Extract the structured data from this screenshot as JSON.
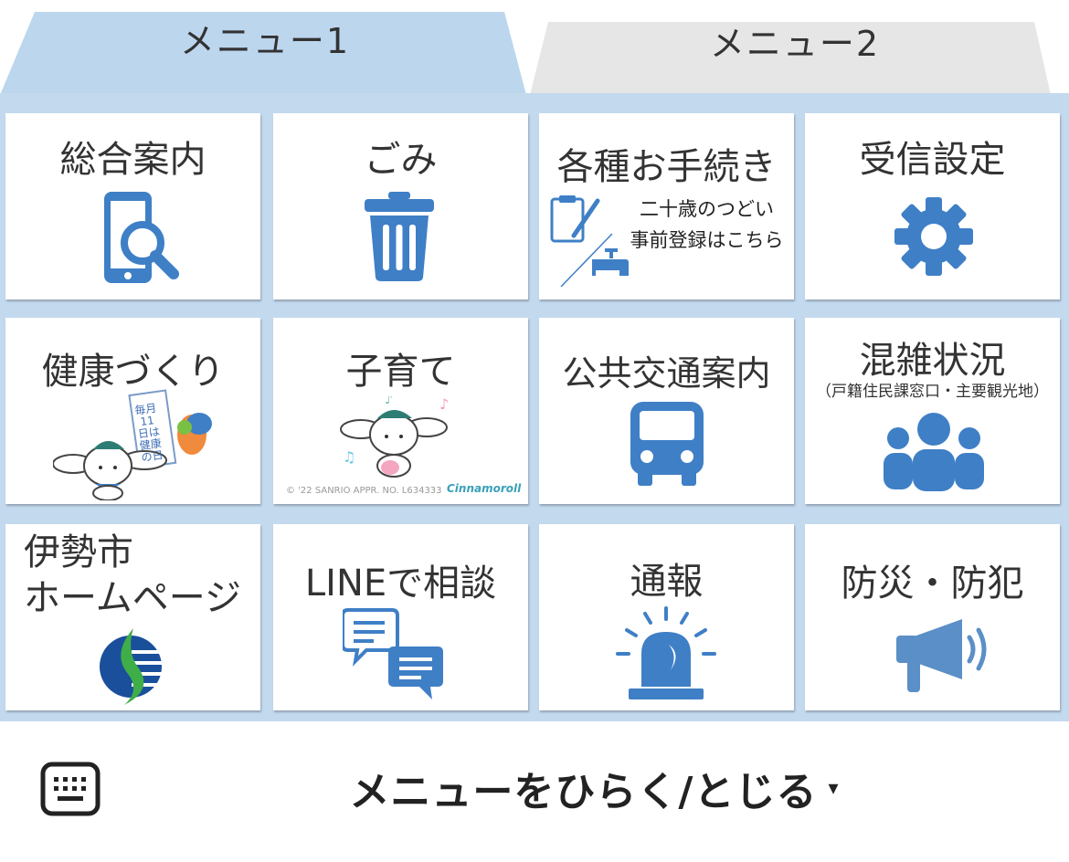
{
  "colors": {
    "panel_bg": "#c3d9ee",
    "active_tab": "#bcd6ee",
    "inactive_tab": "#e6e6e6",
    "icon_blue": "#3f7fc6",
    "title_text": "#333333"
  },
  "tabs": [
    {
      "label": "メニュー1",
      "active": true
    },
    {
      "label": "メニュー2",
      "active": false
    }
  ],
  "tiles": {
    "guide": {
      "title": "総合案内",
      "icon": "phone-search-icon"
    },
    "garbage": {
      "title": "ごみ",
      "icon": "trash-icon"
    },
    "procedures": {
      "title": "各種お手続き",
      "note_line1": "二十歳のつどい",
      "note_line2": "事前登録はこちら",
      "icon": "clipboard-pen-icon",
      "icon2": "water-faucet-icon"
    },
    "notification_settings": {
      "title": "受信設定",
      "icon": "gear-icon"
    },
    "health": {
      "title": "健康づくり",
      "sign_text": "毎月11日は健康の日",
      "icon": "cinnamoroll-health-illustration"
    },
    "childcare": {
      "title": "子育て",
      "copyright": "© '22 SANRIO APPR. NO. L634333",
      "brand": "Cinnamoroll",
      "icon": "cinnamoroll-guitar-illustration"
    },
    "transit": {
      "title": "公共交通案内",
      "icon": "bus-icon"
    },
    "congestion": {
      "title": "混雑状況",
      "subtitle": "（戸籍住民課窓口・主要観光地）",
      "icon": "people-group-icon"
    },
    "homepage": {
      "title_line1": "伊勢市",
      "title_line2": "ホームページ",
      "icon": "ise-city-emblem-icon"
    },
    "line_consult": {
      "title": "LINEで相談",
      "icon": "chat-bubbles-icon"
    },
    "report": {
      "title": "通報",
      "icon": "alarm-light-icon"
    },
    "disaster": {
      "title": "防災・防犯",
      "icon": "megaphone-icon"
    }
  },
  "bottom_bar": {
    "toggle_label": "メニューをひらく/とじる",
    "caret": "▾",
    "keyboard_icon": "keyboard-icon"
  }
}
